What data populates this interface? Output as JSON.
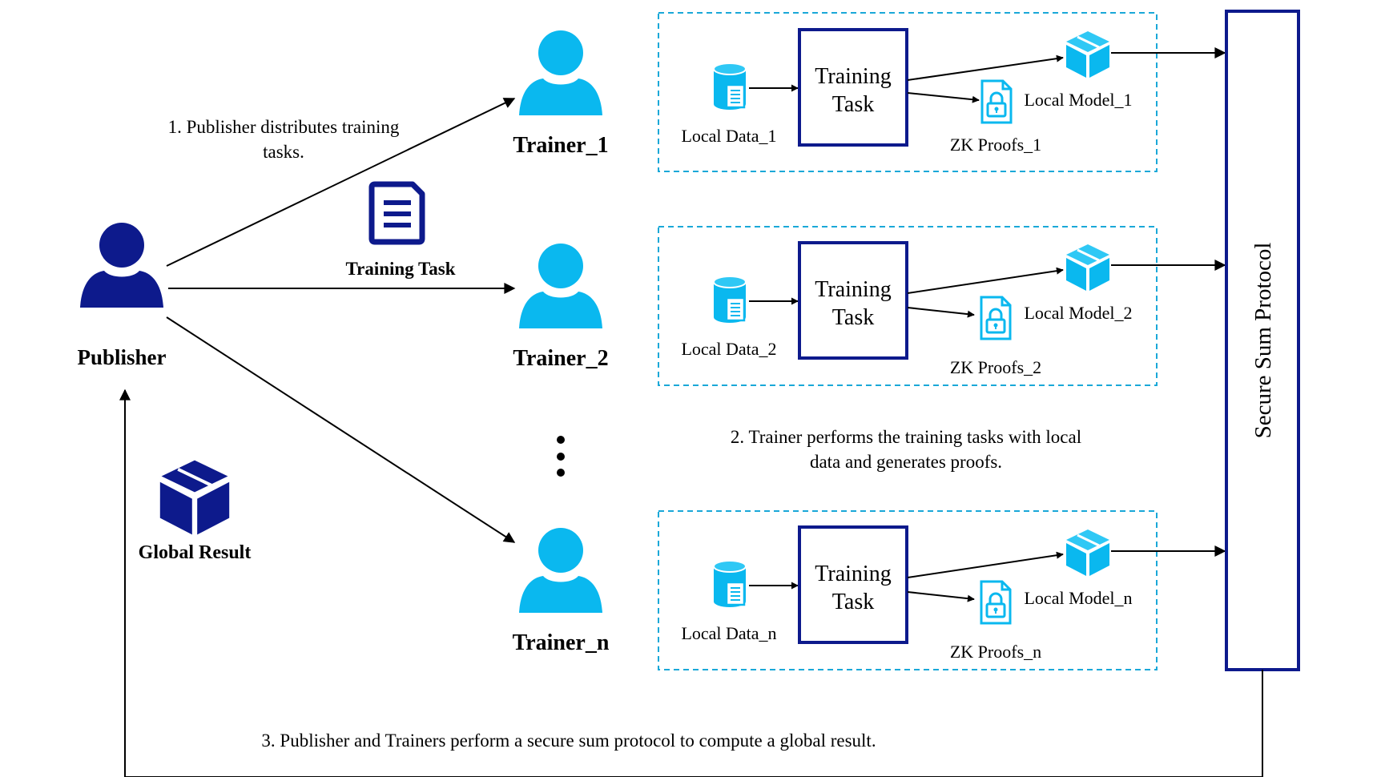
{
  "publisher": {
    "label": "Publisher"
  },
  "trainers": [
    {
      "label": "Trainer_1",
      "local_data": "Local Data_1",
      "task": [
        "Training",
        "Task"
      ],
      "proofs": "ZK Proofs_1",
      "model": "Local Model_1"
    },
    {
      "label": "Trainer_2",
      "local_data": "Local Data_2",
      "task": [
        "Training",
        "Task"
      ],
      "proofs": "ZK Proofs_2",
      "model": "Local Model_2"
    },
    {
      "label": "Trainer_n",
      "local_data": "Local Data_n",
      "task": [
        "Training",
        "Task"
      ],
      "proofs": "ZK Proofs_n",
      "model": "Local Model_n"
    }
  ],
  "training_task_doc": {
    "label": "Training Task"
  },
  "global_result": {
    "label": "Global Result"
  },
  "secure_sum": {
    "label": "Secure Sum Protocol"
  },
  "steps": {
    "step1": [
      "1. Publisher distributes training",
      "tasks."
    ],
    "step2": [
      "2. Trainer performs the training tasks with local",
      "data and generates proofs."
    ],
    "step3": "3. Publisher and Trainers perform a secure sum protocol to compute a global result."
  },
  "colors": {
    "publisher_navy": "#0d1a8c",
    "trainer_cyan": "#0ab8ef",
    "dashed_border": "#1aa8d8",
    "text": "#000000"
  },
  "icons": {
    "publisher": "person-icon",
    "trainer": "person-icon",
    "document": "document-icon",
    "database": "database-icon",
    "lock_doc": "lock-document-icon",
    "cube": "cube-icon"
  }
}
